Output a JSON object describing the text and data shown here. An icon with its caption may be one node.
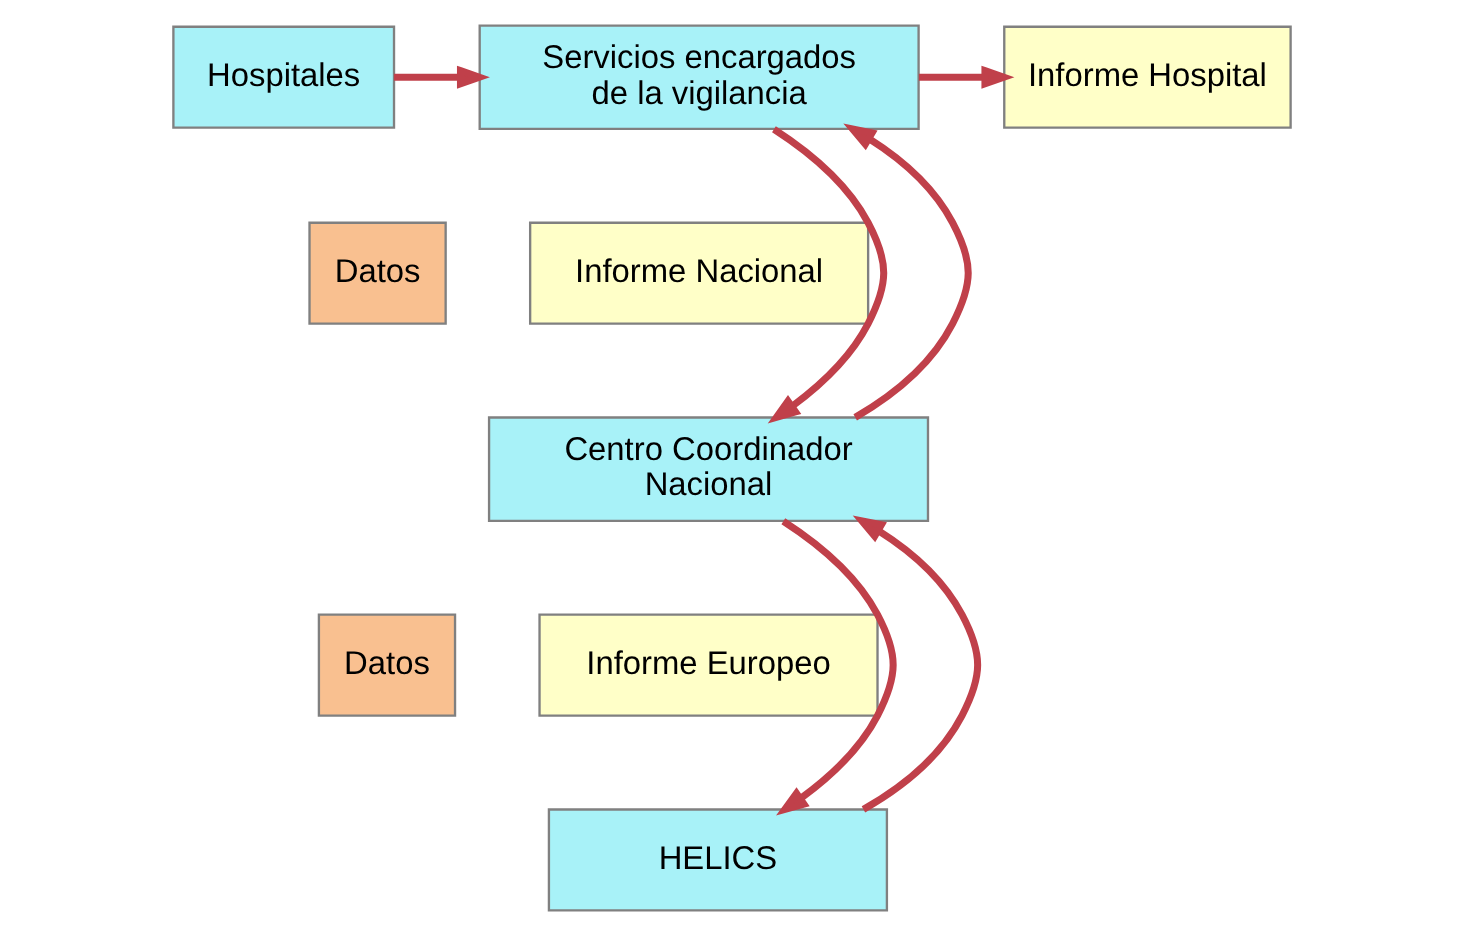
{
  "diagram": {
    "nodes": [
      {
        "text": [
          "Hospitales"
        ]
      },
      {
        "text": [
          "Servicios encargados de la vigilancia"
        ]
      },
      {
        "text": [
          "Informe Hospital"
        ]
      },
      {
        "text": [
          "Datos"
        ]
      },
      {
        "text": [
          "Informe Nacional"
        ]
      },
      {
        "text": [
          "Centro Coordinador Nacional"
        ]
      },
      {
        "text": [
          "Datos"
        ]
      },
      {
        "text": [
          "Informe Europeo"
        ]
      },
      {
        "text": [
          "HELICS"
        ]
      }
    ],
    "edges": [
      {
        "from": 0,
        "to": 1,
        "arrow": "to"
      },
      {
        "from": 1,
        "to": 2,
        "arrow": "to"
      },
      {
        "from": 1,
        "to": 5,
        "arrow": "to"
      },
      {
        "from": 5,
        "to": 1,
        "arrow": "to"
      },
      {
        "from": 5,
        "to": 8,
        "arrow": "to"
      },
      {
        "from": 8,
        "to": 5,
        "arrow": "to"
      }
    ]
  }
}
